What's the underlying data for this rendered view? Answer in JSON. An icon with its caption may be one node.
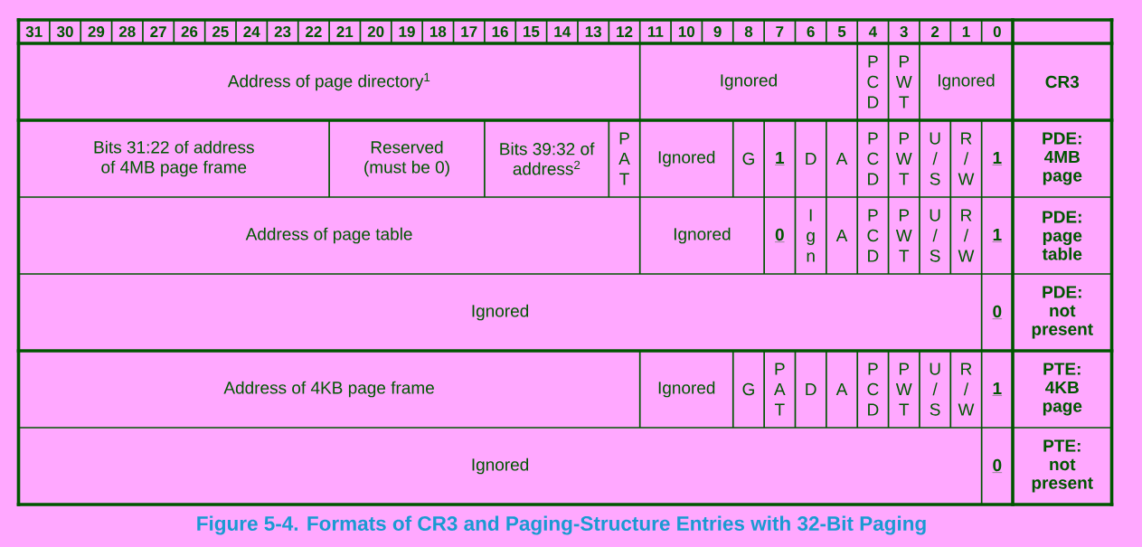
{
  "diagram": {
    "caption": "Figure 5-4. Formats of CR3 and Paging-Structure Entries with 32-Bit Paging",
    "labels": [
      "31",
      "30",
      "29",
      "28",
      "27",
      "26",
      "25",
      "24",
      "23",
      "22",
      "21",
      "20",
      "19",
      "18",
      "17",
      "16",
      "15",
      "14",
      "13",
      "12",
      "11",
      "10",
      "9",
      "8",
      "7",
      "6",
      "5",
      "4",
      "3",
      "2",
      "1",
      "0",
      "Address of page directory$^{1}$",
      "Ignored",
      "P C D",
      "P W T",
      "Ignored",
      "CR3",
      "Bits 31:22 of address of 4MB page frame",
      "Reserved (must be 0)",
      "Bits 39:32 of address$^{2}$",
      "P A T",
      "Ignored",
      "G",
      "1",
      "D",
      "A",
      "P C D",
      "P W T",
      "U / S",
      "R / W",
      "1",
      "PDE: 4MB page",
      "Address of page table",
      "Ignored",
      "0",
      "I g n",
      "A",
      "P C D",
      "P W T",
      "U / S",
      "R / W",
      "1",
      "PDE: page table",
      "Ignored",
      "0",
      "PDE: not present",
      "Address of 4KB page frame",
      "Ignored",
      "G",
      "P A T",
      "D",
      "A",
      "P C D",
      "P W T",
      "U / S",
      "R / W",
      "1",
      "PTE: 4KB page",
      "Ignored",
      "0",
      "PTE: not present"
    ]
  }
}
